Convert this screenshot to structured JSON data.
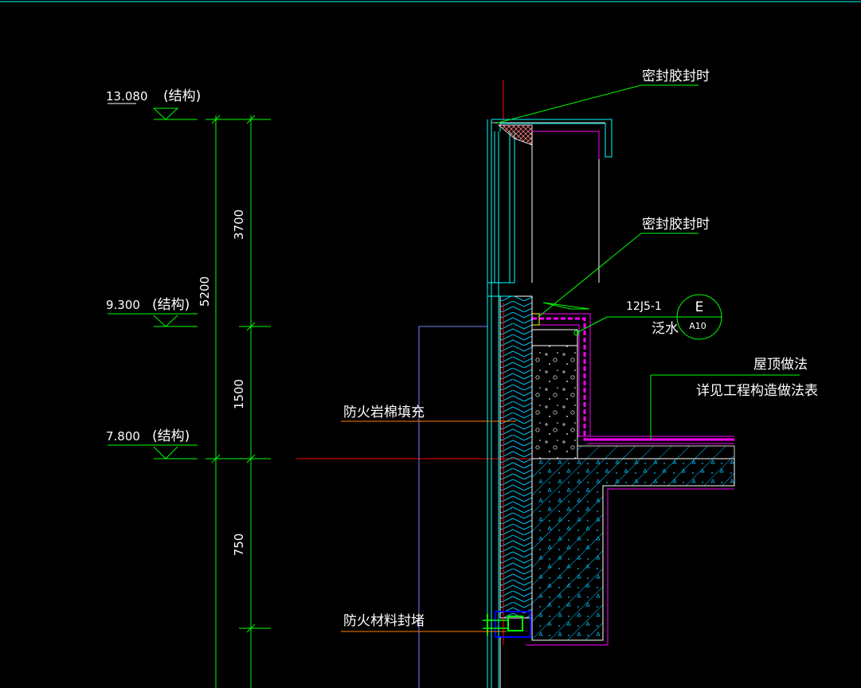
{
  "colors": {
    "background": "#000000",
    "dimension": "#00ff00",
    "wall": "#00ffff",
    "membrane": "#ff00ff",
    "level_line": "#ff0000",
    "grid_line": "#8080ff",
    "leader": "#00ff00",
    "leader_orange": "#ff8000",
    "text": "#ffffff",
    "hatch": "#00c8ff"
  },
  "levels": [
    {
      "value": "13.080",
      "note": "(结构)"
    },
    {
      "value": "9.300",
      "note": "(结构)"
    },
    {
      "value": "7.800",
      "note": "(结构)"
    }
  ],
  "dimensions": {
    "total": "5200",
    "segments": [
      "3700",
      "1500",
      "750"
    ]
  },
  "labels": {
    "sealant_top": "密封胶封时",
    "sealant_mid": "密封胶封时",
    "flashing_ref": "12J5-1",
    "flashing": "泛水",
    "detail_letter": "E",
    "detail_sheet": "A10",
    "roof_method": "屋顶做法",
    "roof_method_ref": "详见工程构造做法表",
    "rockwool_fill": "防火岩棉填充",
    "fire_seal": "防火材料封堵"
  }
}
